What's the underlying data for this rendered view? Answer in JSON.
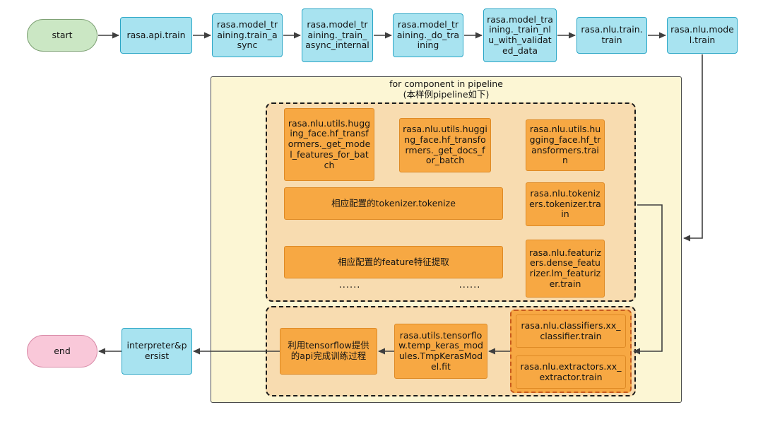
{
  "title": {
    "loop_line1": "for component in pipeline",
    "loop_line2": "(本样例pipeline如下)"
  },
  "nodes": {
    "start": "start",
    "api_train": "rasa.api.train",
    "train_async": "rasa.model_training.train_async",
    "train_async_internal": "rasa.model_training._train_async_internal",
    "do_training": "rasa.model_training._do_training",
    "train_nlu_with_validated_data": "rasa.model_training._train_nlu_with_validated_data",
    "nlu_train": "rasa.nlu.train.train",
    "nlu_model_train": "rasa.nlu.model.train",
    "get_model_features_for_batch": "rasa.nlu.utils.hugging_face.hf_transformers._get_model_features_for_batch",
    "get_docs_for_batch": "rasa.nlu.utils.hugging_face.hf_transformers._get_docs_for_batch",
    "hf_transformers_train": "rasa.nlu.utils.hugging_face.hf_transformers.train",
    "tokenizer_tokenize": "相应配置的tokenizer.tokenize",
    "tokenizer_train": "rasa.nlu.tokenizers.tokenizer.train",
    "featurizer_extract": "相应配置的feature特征提取",
    "featurizer_train": "rasa.nlu.featurizers.dense_featurizer.lm_featurizer.train",
    "tensorflow_api": "利用tensorflow提供的api完成训练过程",
    "tmp_keras_model_fit": "rasa.utils.tensorflow.temp_keras_modules.TmpKerasModel.fit",
    "classifier_train": "rasa.nlu.classifiers.xx_classifier.train",
    "extractor_train": "rasa.nlu.extractors.xx_extractor.train",
    "interpreter_persist": "interpreter&persist",
    "end": "end"
  },
  "ellipsis": "......",
  "colors": {
    "cyan_fill": "#A8E3F0",
    "cyan_border": "#2BA6C6",
    "green_fill": "#CBE7C4",
    "green_border": "#7FA276",
    "pink_fill": "#F9C8D9",
    "pink_border": "#D98BA8",
    "orange_fill": "#F7A843",
    "orange_border": "#DE8A25",
    "orange_group_border": "#C75B1E",
    "peach_fill": "#F8DCB0",
    "yellow_fill": "#FCF6D4",
    "arrow": "#3F3F3F"
  }
}
